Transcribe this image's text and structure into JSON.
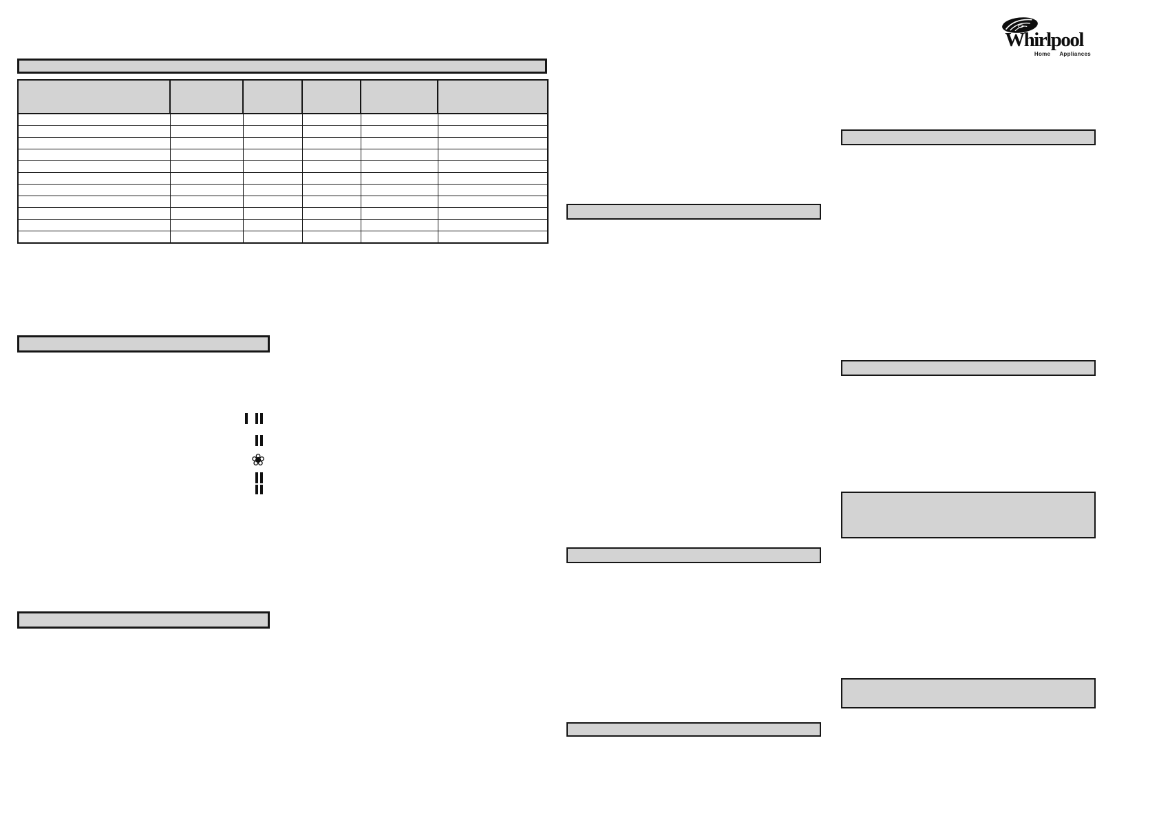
{
  "page": {
    "kind": "appliance-manual-page",
    "background": "#ffffff",
    "accent_gray": "#d3d3d3",
    "line_color": "#161616"
  },
  "logo": {
    "brand": "Whirlpool",
    "tagline_left": "Home",
    "tagline_right": "Appliances",
    "icon": "whirl-swirl-icon"
  },
  "table": {
    "title": "",
    "columns": [
      "",
      "",
      "",
      "",
      "",
      ""
    ],
    "rows": 11,
    "header_fill": "#d3d3d3"
  },
  "sections": {
    "left": [
      {
        "label": ""
      },
      {
        "label": ""
      }
    ],
    "middle": [
      {
        "label": ""
      },
      {
        "label": ""
      },
      {
        "label": ""
      }
    ],
    "right": [
      {
        "label": ""
      },
      {
        "label": ""
      },
      {
        "label": ""
      },
      {
        "label": ""
      }
    ]
  },
  "symbols": {
    "flower_glyph": "❀",
    "thermostat_settings": [
      {
        "name": "setting-min",
        "glyph": "I II"
      },
      {
        "name": "setting-medium",
        "glyph": "II"
      },
      {
        "name": "setting-defrost",
        "glyph": "❀"
      },
      {
        "name": "setting-max",
        "glyph": "II II"
      }
    ]
  }
}
